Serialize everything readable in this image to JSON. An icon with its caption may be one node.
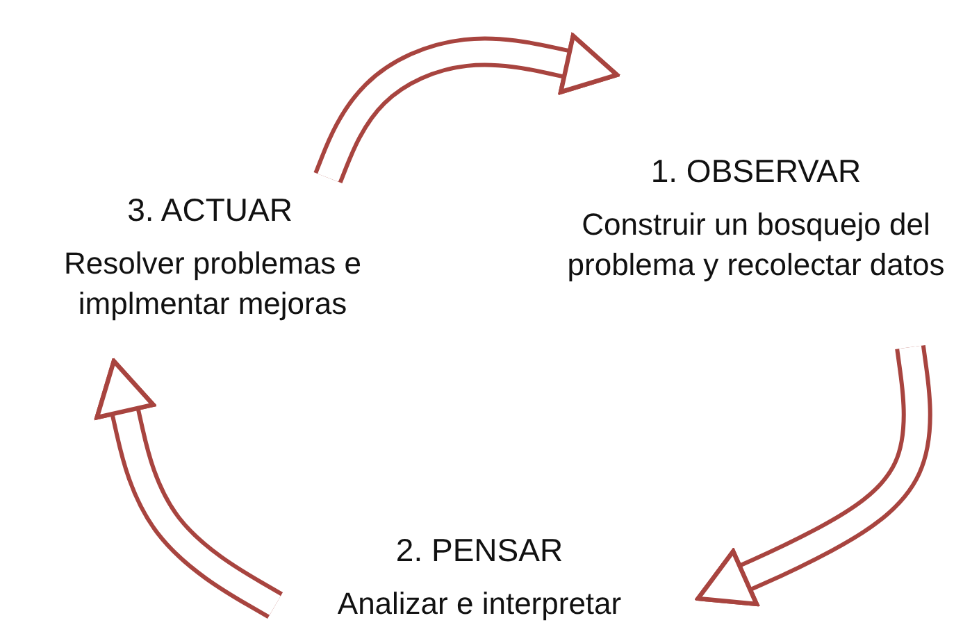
{
  "diagram": {
    "nodes": [
      {
        "text": [
          "1. OBSERVAR",
          "Construir un bosquejo del problema y recolectar datos"
        ]
      },
      {
        "text": [
          "2. PENSAR",
          "Analizar e interpretar"
        ]
      },
      {
        "text": [
          "3. ACTUAR",
          "Resolver problemas e implmentar mejoras"
        ]
      }
    ],
    "edges": [
      {
        "from": 2,
        "to": 0,
        "arrow": "to"
      },
      {
        "from": 0,
        "to": 1,
        "arrow": "to"
      },
      {
        "from": 1,
        "to": 2,
        "arrow": "to"
      }
    ]
  }
}
